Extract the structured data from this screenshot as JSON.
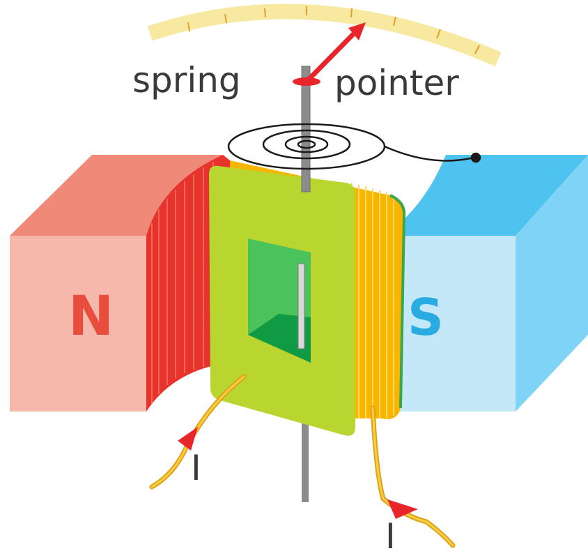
{
  "labels": {
    "spring": "spring",
    "pointer": "pointer",
    "north": "N",
    "south": "S",
    "current_in": "I",
    "current_out": "I"
  },
  "colors": {
    "north_face": "#f6b8aa",
    "north_top": "#f08a78",
    "north_curve": "#e8332d",
    "north_text": "#e84d3d",
    "south_face": "#c5e8f9",
    "south_top": "#4fc3ef",
    "south_side": "#7fd3f4",
    "south_text": "#29abe2",
    "coil_frame": "#b9d630",
    "coil_window": "#4cc25a",
    "coil_window_dark": "#0f9a43",
    "winding": "#f7b500",
    "scale": "#f7e9a0",
    "pointer": "#e8252b",
    "spindle": "#8c8c8c",
    "spring": "#1a1a1a"
  }
}
